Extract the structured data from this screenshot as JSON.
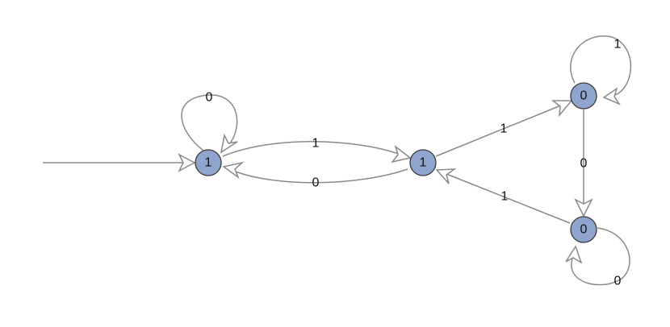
{
  "diagram": {
    "nodes": [
      {
        "id": "A",
        "label": "1"
      },
      {
        "id": "B",
        "label": "1"
      },
      {
        "id": "C",
        "label": "0"
      },
      {
        "id": "D",
        "label": "0"
      }
    ],
    "edges": [
      {
        "id": "start",
        "from": null,
        "to": "A",
        "label": ""
      },
      {
        "id": "A-A",
        "from": "A",
        "to": "A",
        "label": "0"
      },
      {
        "id": "A-B",
        "from": "A",
        "to": "B",
        "label": "1"
      },
      {
        "id": "B-A",
        "from": "B",
        "to": "A",
        "label": "0"
      },
      {
        "id": "B-C",
        "from": "B",
        "to": "C",
        "label": "1"
      },
      {
        "id": "C-C",
        "from": "C",
        "to": "C",
        "label": "1"
      },
      {
        "id": "C-D",
        "from": "C",
        "to": "D",
        "label": "0"
      },
      {
        "id": "D-B",
        "from": "D",
        "to": "B",
        "label": "1"
      },
      {
        "id": "D-D",
        "from": "D",
        "to": "D",
        "label": "0"
      }
    ],
    "colors": {
      "node_fill": "#8fa5cd",
      "node_stroke": "#3a3a3a",
      "edge": "#8a8a8a"
    }
  }
}
